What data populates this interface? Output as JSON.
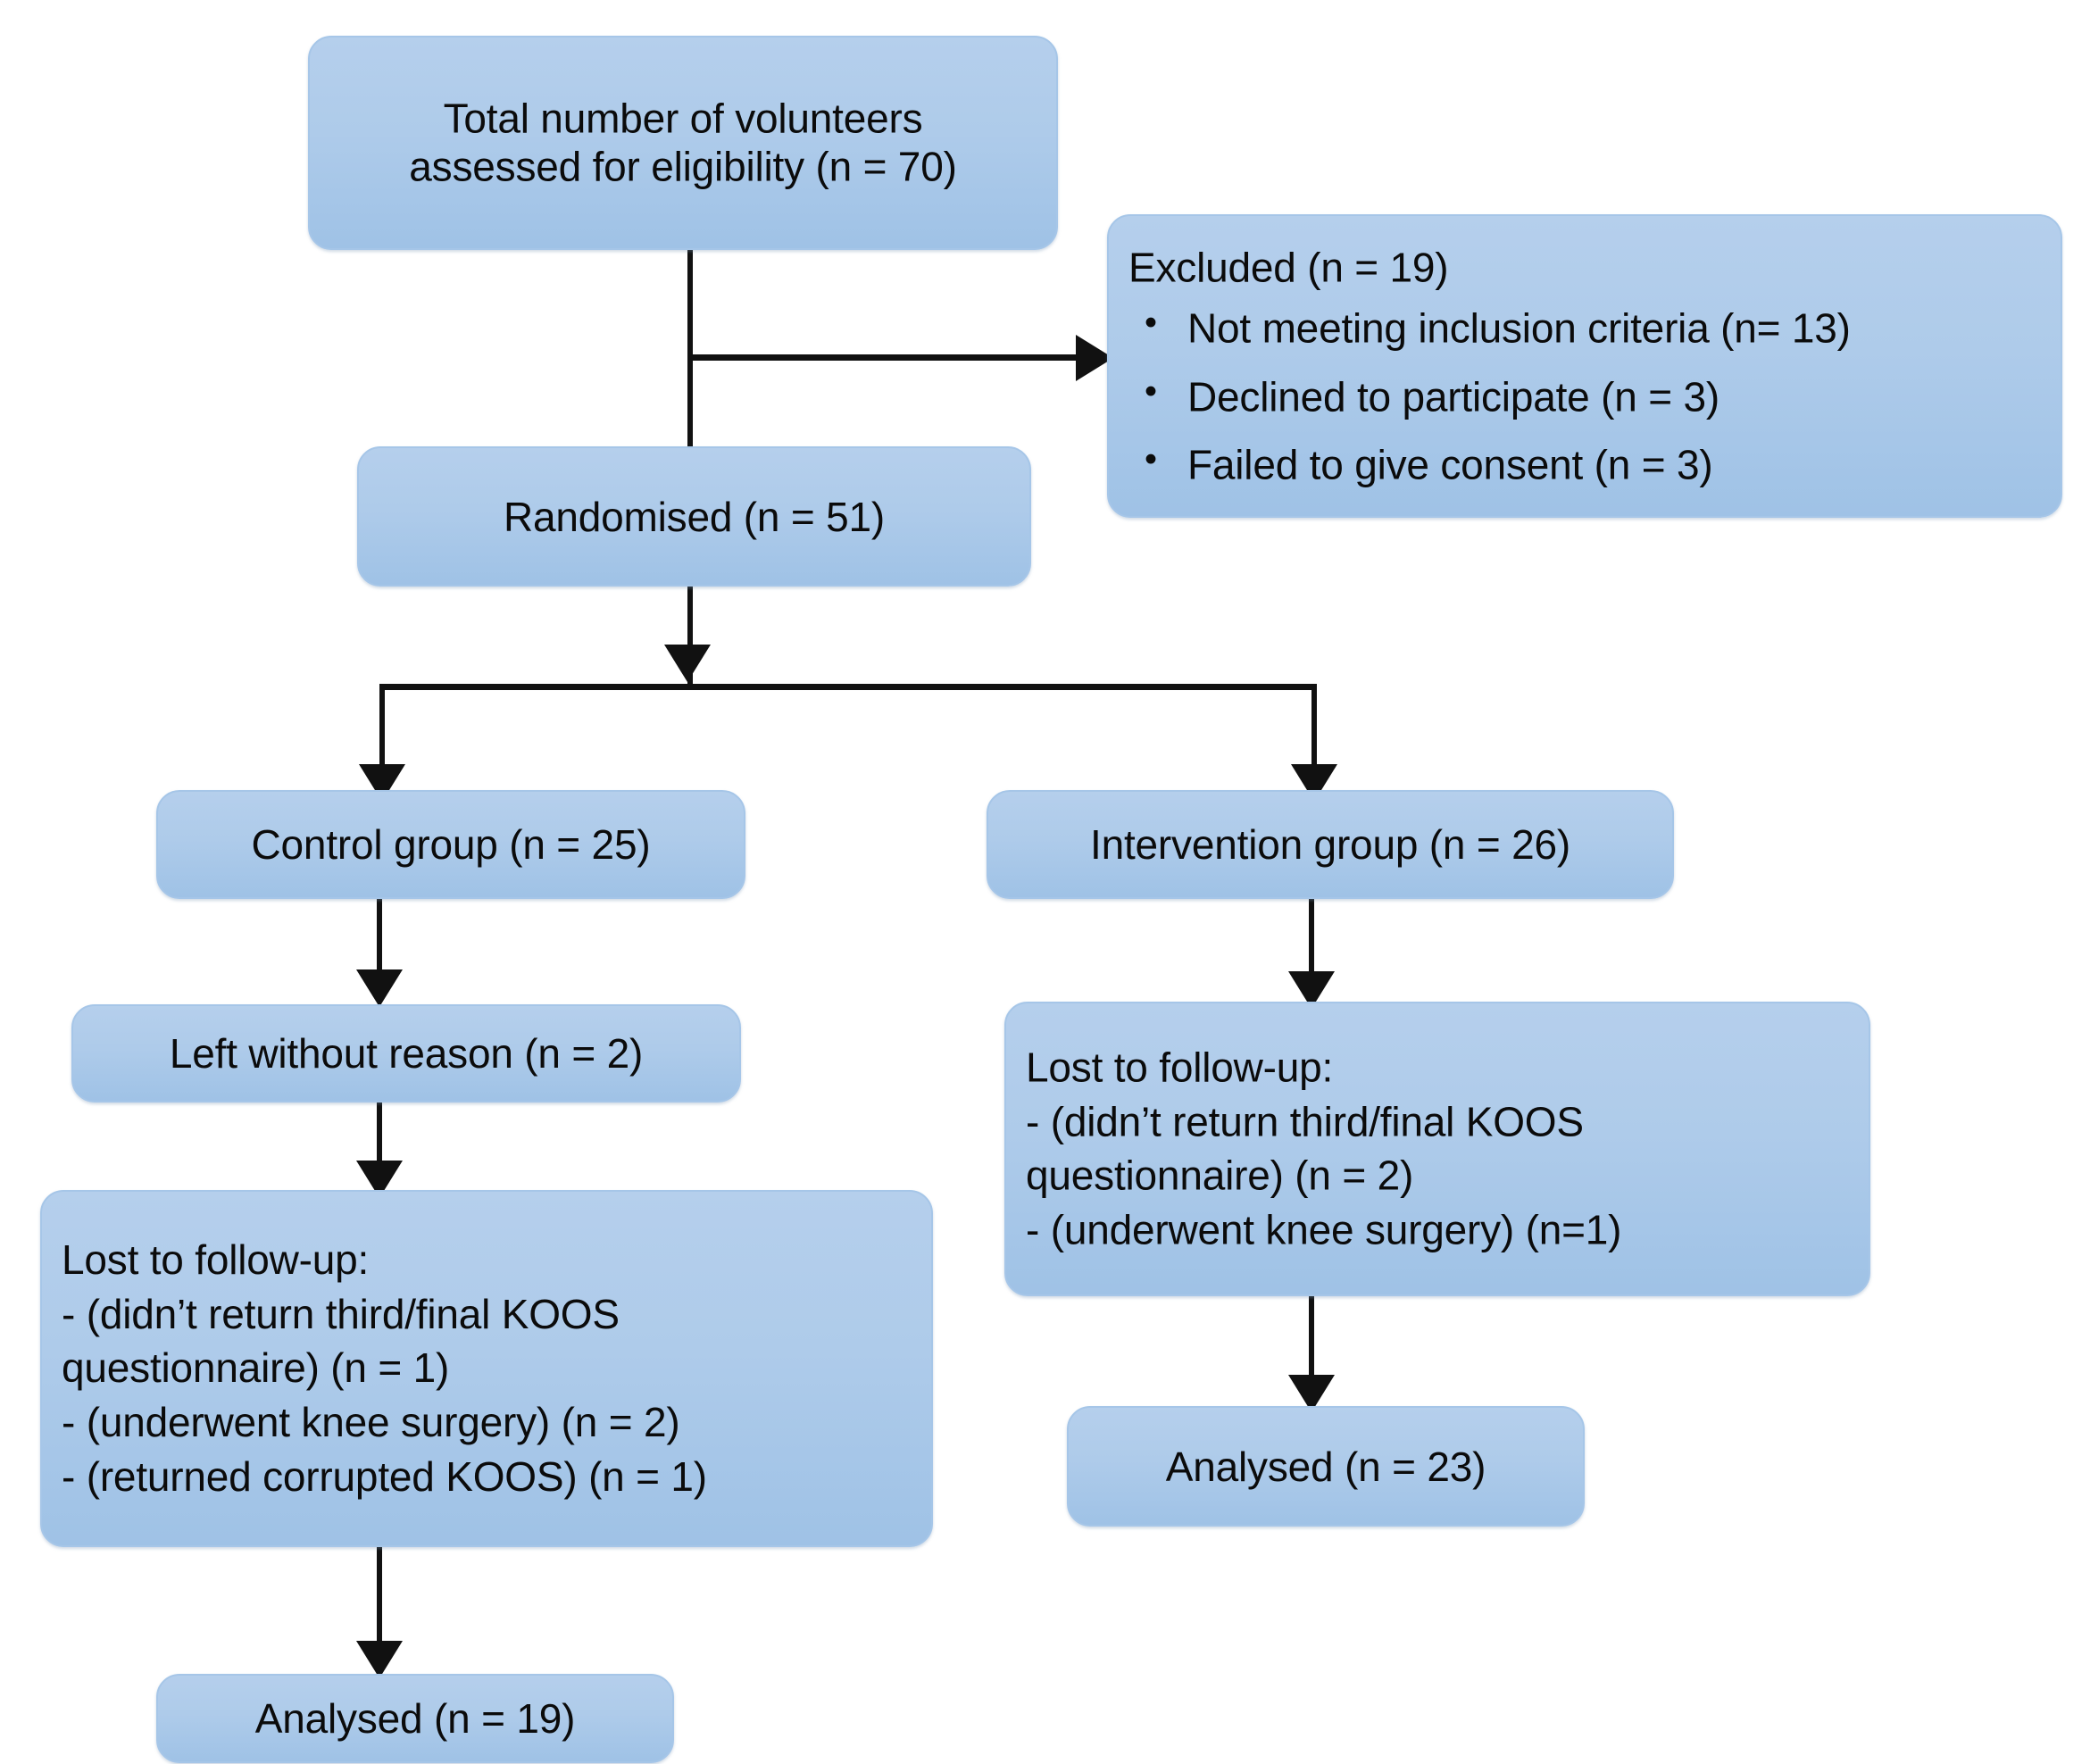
{
  "diagram": {
    "type": "flowchart",
    "title": "CONSORT participant flow diagram",
    "accent_color": "#a8c8ea",
    "box_border_color": "#a6c6e8",
    "connector_color": "#111111",
    "background_color": "#ffffff"
  },
  "nodes": {
    "assessed": {
      "line1": "Total number of volunteers",
      "line2": "assessed for eligibility (n = 70)"
    },
    "excluded": {
      "heading": "Excluded (n = 19)",
      "items": [
        "Not meeting inclusion criteria (n= 13)",
        "Declined to participate (n = 3)",
        "Failed to give consent (n = 3)"
      ]
    },
    "randomised": {
      "label": "Randomised (n = 51)"
    },
    "control_group": {
      "label": "Control group (n = 25)"
    },
    "intervention_group": {
      "label": "Intervention group (n = 26)"
    },
    "control_left": {
      "label": "Left without reason (n = 2)"
    },
    "control_lost": {
      "line1": "Lost to follow-up:",
      "line2": "- (didn’t return third/final KOOS",
      "line3": "questionnaire) (n = 1)",
      "line4": "- (underwent knee surgery) (n = 2)",
      "line5": "- (returned corrupted KOOS) (n = 1)"
    },
    "intervention_lost": {
      "line1": "Lost to follow-up:",
      "line2": "- (didn’t return third/final KOOS",
      "line3": "questionnaire) (n = 2)",
      "line4": " - (underwent knee surgery) (n=1)"
    },
    "control_analysed": {
      "label": "Analysed (n = 19)"
    },
    "intervention_analysed": {
      "label": "Analysed (n = 23)"
    }
  }
}
